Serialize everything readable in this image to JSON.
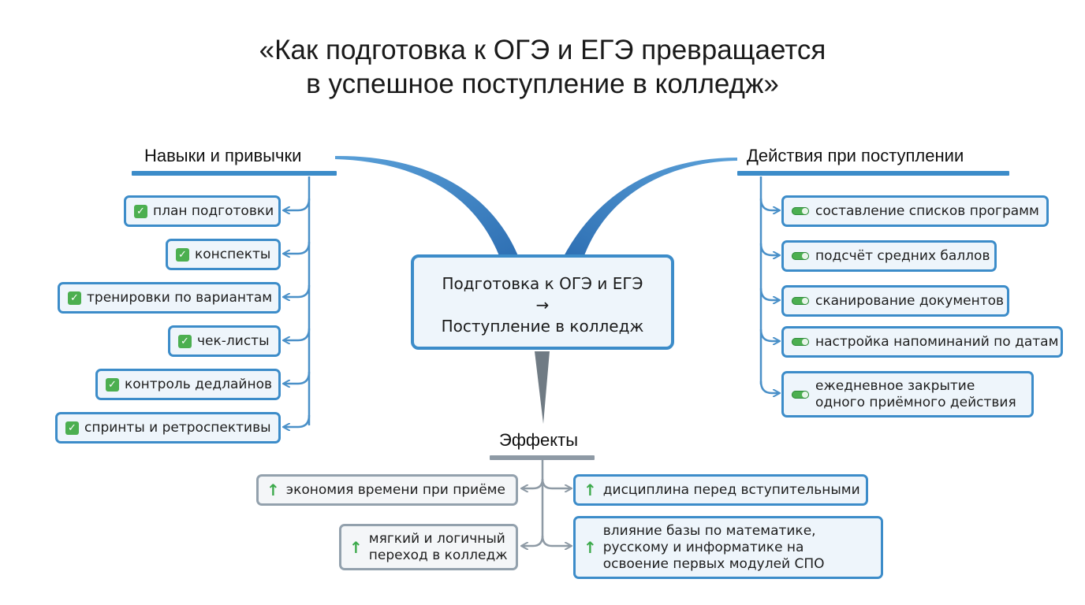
{
  "title": {
    "line1": "«Как подготовка к ОГЭ и ЕГЭ превращается",
    "line2": "в успешное поступление в колледж»"
  },
  "center": {
    "line1": "Подготовка к ОГЭ и ЕГЭ",
    "arrow": "→",
    "line2": "Поступление в колледж"
  },
  "skills": {
    "label": "Навыки и привычки",
    "icon": "check-box-icon",
    "items": [
      "план подготовки",
      "конспекты",
      "тренировки по вариантам",
      "чек-листы",
      "контроль дедлайнов",
      "спринты и ретроспективы"
    ]
  },
  "actions": {
    "label": "Действия при поступлении",
    "icon": "toggle-icon",
    "items": [
      "составление списков программ",
      "подсчёт средних баллов",
      "сканирование документов",
      "настройка напоминаний по датам",
      "ежедневное закрытие одного приёмного действия"
    ]
  },
  "effects": {
    "label": "Эффекты",
    "icon": "arrow-up-icon",
    "left": [
      "экономия времени при приёме",
      "мягкий и логичный переход в колледж"
    ],
    "right": [
      "дисциплина перед вступительными",
      "влияние базы по математике, русскому и информатике на освоение первых модулей СПО"
    ]
  },
  "colors": {
    "blue": "#3c8cc9",
    "gray": "#93a1ad",
    "green": "#4caf50"
  }
}
